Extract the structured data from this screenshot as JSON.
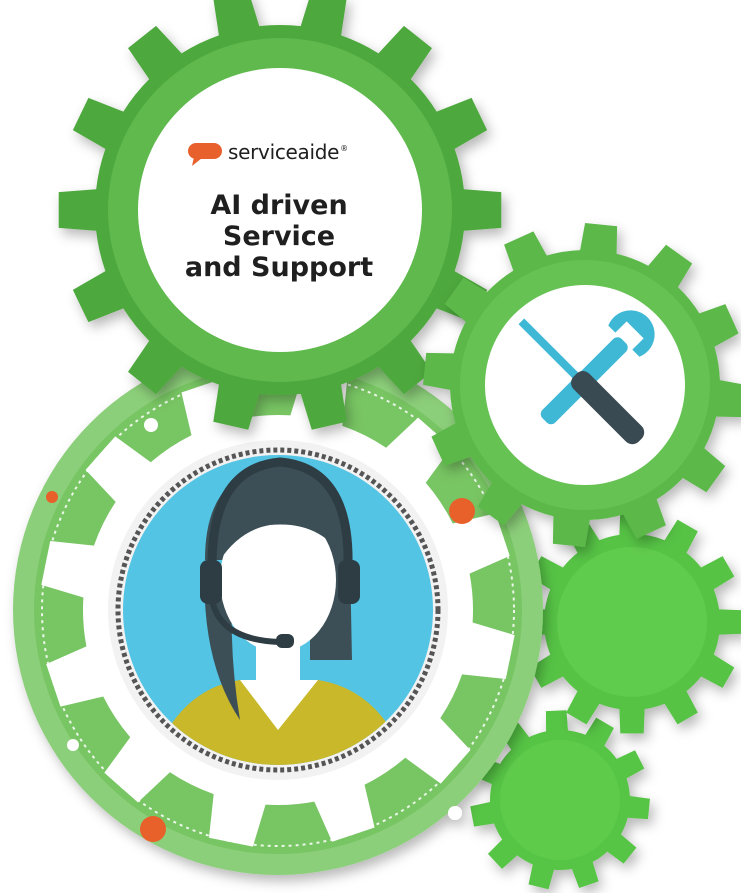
{
  "brand": {
    "name": "serviceaide",
    "registered_mark": "®"
  },
  "headline": {
    "line1": "AI driven",
    "line2": "Service",
    "line3": "and Support"
  },
  "icons": {
    "logo": "speech-bubble-logo-icon",
    "tools": "screwdriver-wrench-icon",
    "agent": "headset-agent-avatar-icon"
  },
  "colors": {
    "gear_green": "#5db94b",
    "gear_light": "#8ccf7a",
    "gear_pale": "#b8e0a8",
    "dark_green": "#4ea83e",
    "agent_bg": "#53c4e4",
    "logo_orange": "#e8612c",
    "hair": "#3c4f57",
    "shirt": "#c8b82a"
  }
}
